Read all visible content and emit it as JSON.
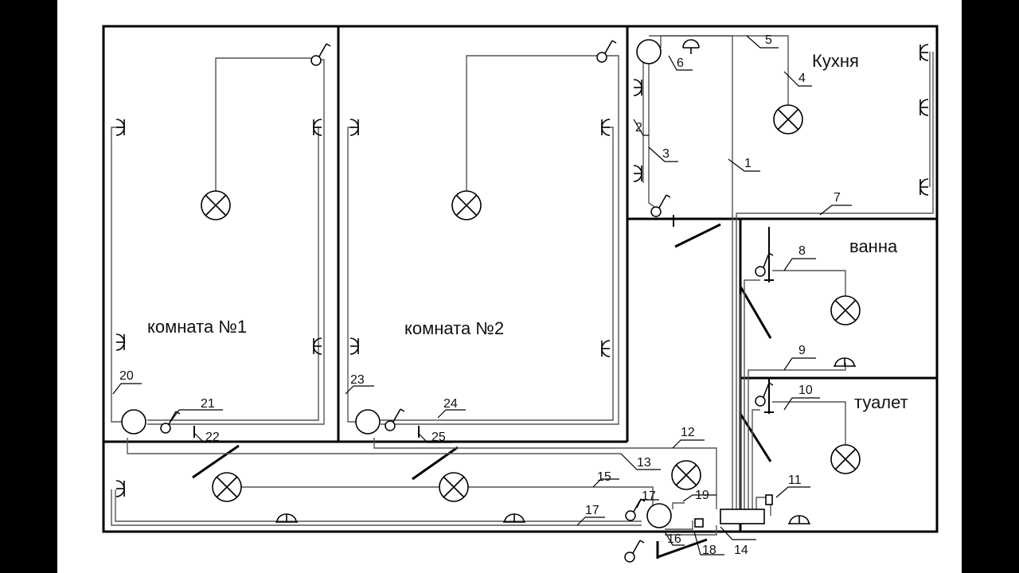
{
  "rooms": {
    "room1": "комната №1",
    "room2": "комната №2",
    "kitchen": "Кухня",
    "bath": "ванна",
    "toilet": "туалет"
  },
  "labels": [
    "1",
    "2",
    "3",
    "4",
    "5",
    "6",
    "7",
    "8",
    "9",
    "10",
    "11",
    "12",
    "13",
    "14",
    "15",
    "16",
    "17",
    "17",
    "18",
    "19",
    "20",
    "21",
    "22",
    "23",
    "24",
    "25"
  ]
}
